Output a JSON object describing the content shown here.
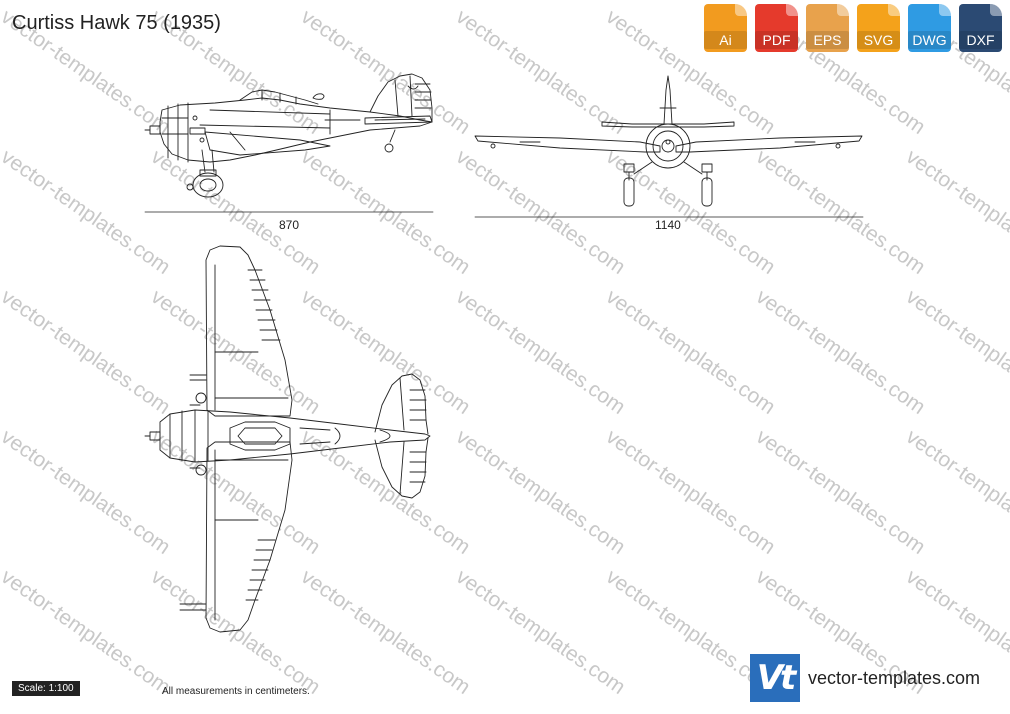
{
  "header": {
    "title": "Curtiss Hawk 75 (1935)"
  },
  "watermark": {
    "text": "vector-templates.com"
  },
  "formats": [
    {
      "label": "Ai",
      "color": "#f29b1f"
    },
    {
      "label": "PDF",
      "color": "#e53a2c"
    },
    {
      "label": "EPS",
      "color": "#e8a24c"
    },
    {
      "label": "SVG",
      "color": "#f4a21b"
    },
    {
      "label": "DWG",
      "color": "#2f9be3"
    },
    {
      "label": "DXF",
      "color": "#2b4a73"
    }
  ],
  "dimensions": {
    "length": "870",
    "wingspan": "1140"
  },
  "footer": {
    "scale": "Scale: 1:100",
    "note": "All measurements in centimeters.",
    "logo_mark": "Vt",
    "logo_text": "vector-templates.com"
  },
  "colors": {
    "line": "#222222",
    "watermark": "#c8c8c8",
    "logo": "#2a6ebb"
  }
}
